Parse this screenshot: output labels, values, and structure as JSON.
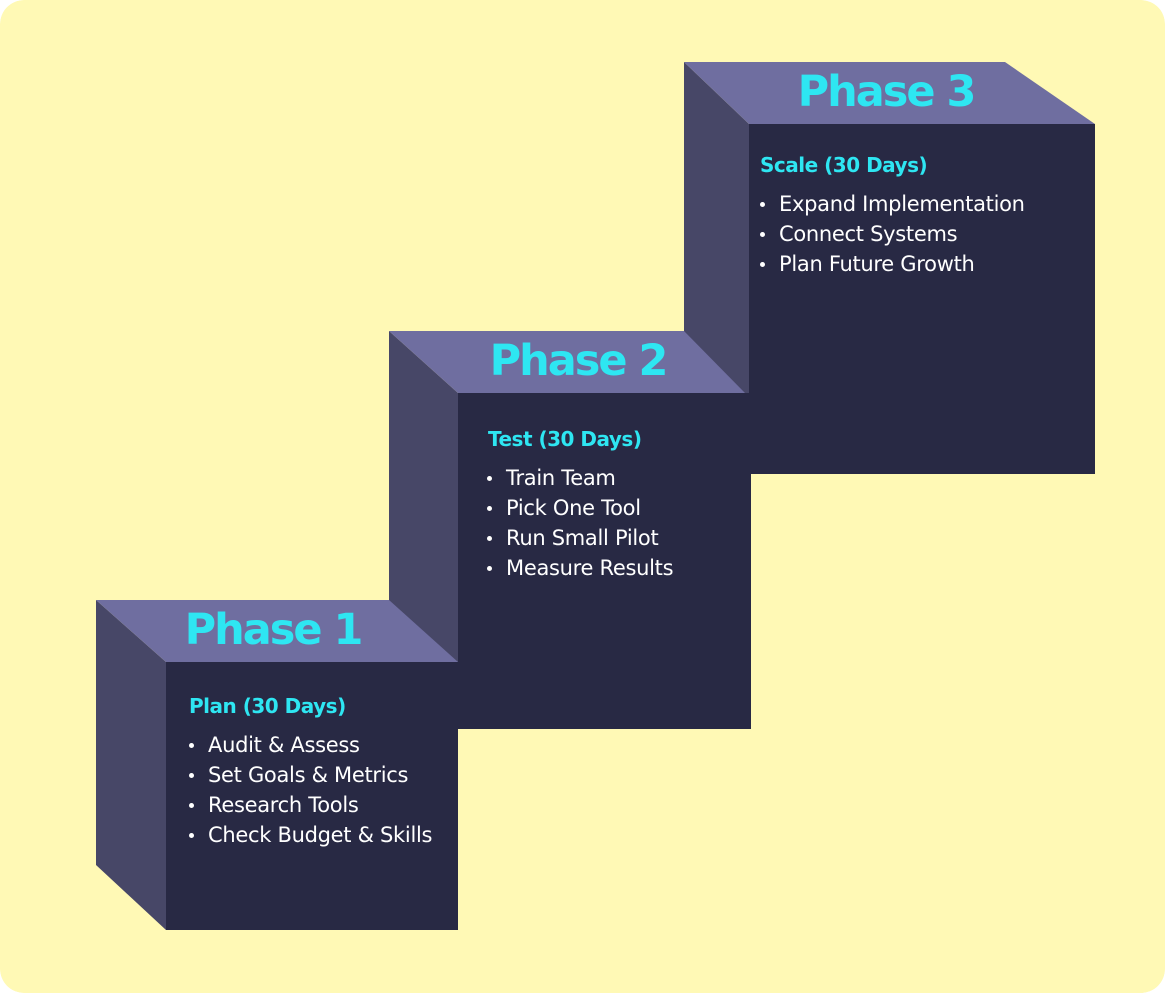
{
  "colors": {
    "background": "#fff9b5",
    "front_face": "#282944",
    "side_face": "#474767",
    "top_face": "#6f6ea0",
    "accent": "#2ee6f2",
    "text": "#ffffff"
  },
  "phases": [
    {
      "title": "Phase 1",
      "subtitle": "Plan (30 Days)",
      "items": [
        "Audit & Assess",
        "Set Goals & Metrics",
        "Research Tools",
        "Check Budget & Skills"
      ]
    },
    {
      "title": "Phase 2",
      "subtitle": "Test (30 Days)",
      "items": [
        "Train Team",
        "Pick One Tool",
        "Run Small Pilot",
        "Measure Results"
      ]
    },
    {
      "title": "Phase 3",
      "subtitle": "Scale (30 Days)",
      "items": [
        "Expand Implementation",
        "Connect Systems",
        "Plan Future Growth"
      ]
    }
  ]
}
